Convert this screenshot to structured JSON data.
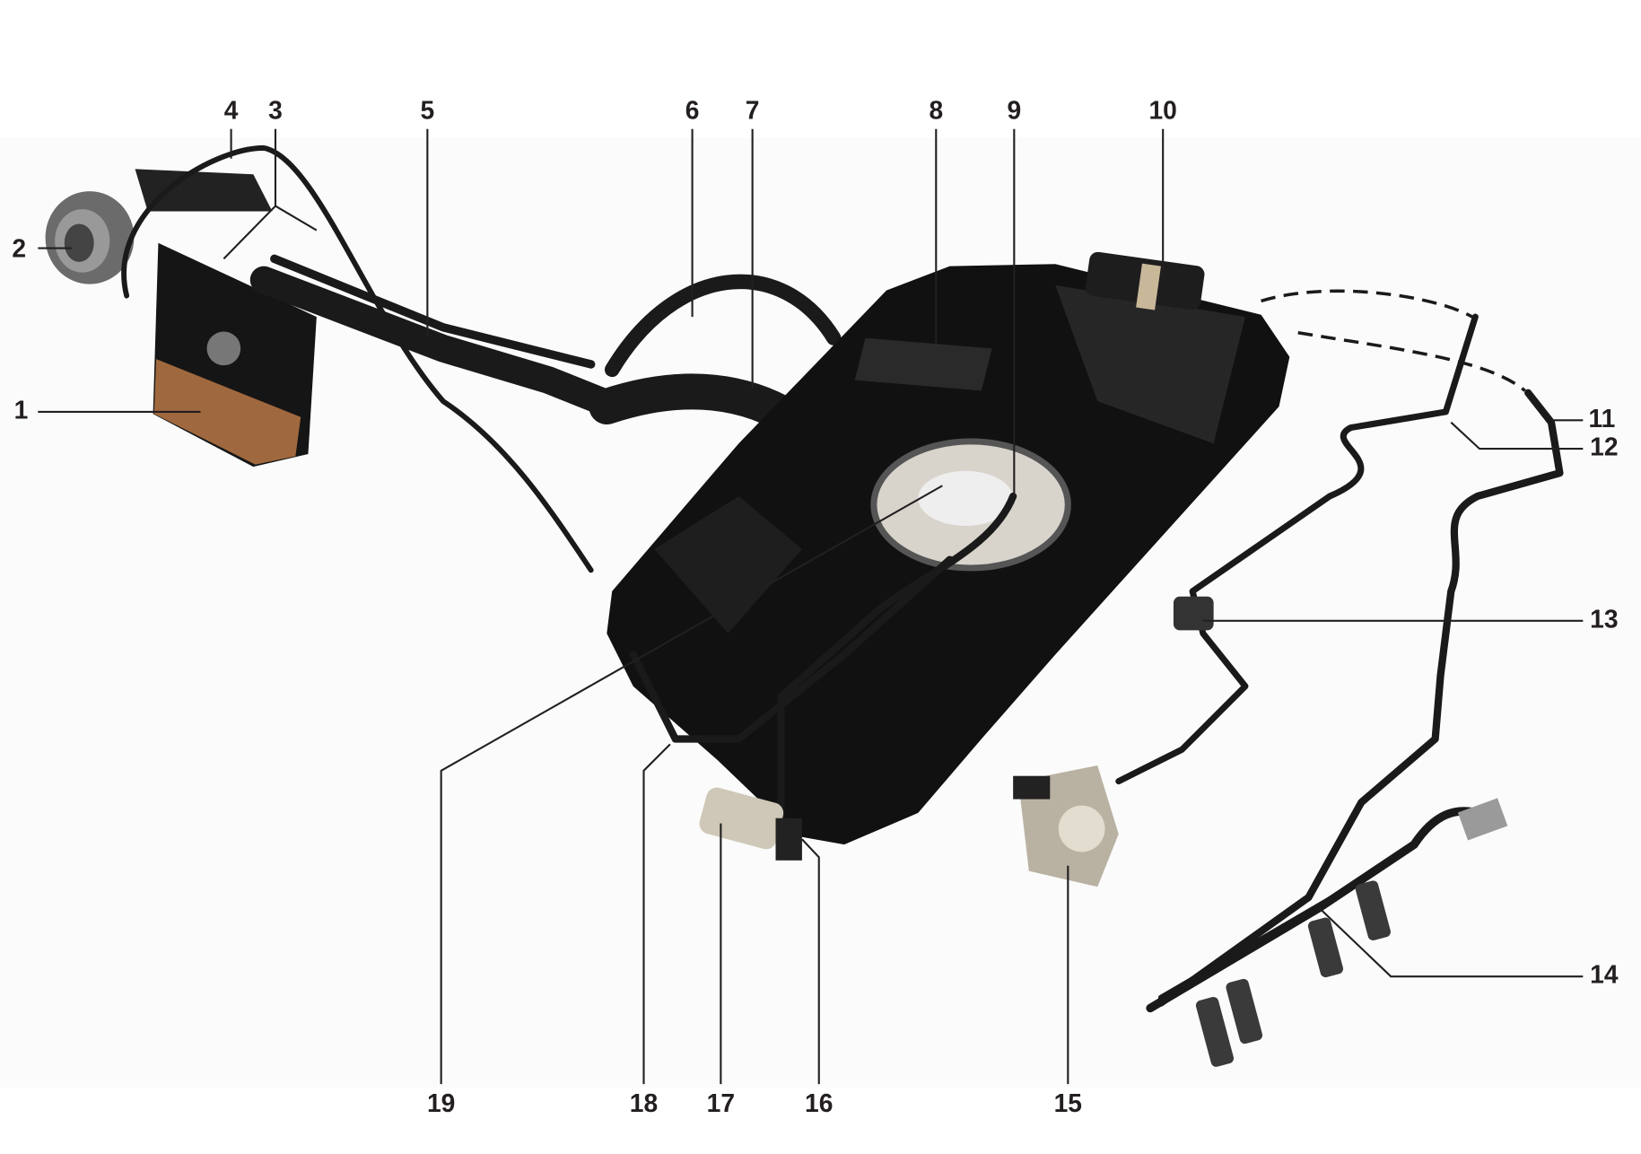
{
  "diagram": {
    "colors": {
      "label": "#231f20",
      "tank": "#111111",
      "hose_blue": "#2f6fb0",
      "background": "#ffffff"
    },
    "labels": [
      "1",
      "2",
      "3",
      "4",
      "5",
      "6",
      "7",
      "8",
      "9",
      "10",
      "11",
      "12",
      "13",
      "14",
      "15",
      "16",
      "17",
      "18",
      "19"
    ]
  }
}
